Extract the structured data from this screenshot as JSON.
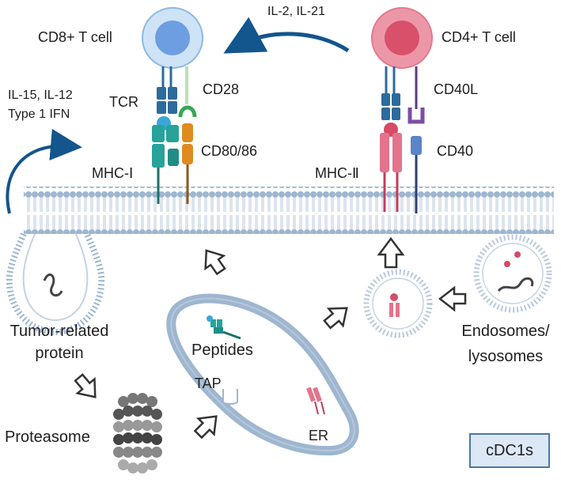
{
  "labels": {
    "cd8_cell": "CD8+ T cell",
    "cd4_cell": "CD4+ T cell",
    "il2_il21": "IL-2, IL-21",
    "il15_il12": "IL-15, IL-12",
    "type1_ifn": "Type 1 IFN",
    "tcr": "TCR",
    "cd28": "CD28",
    "cd80_86": "CD80/86",
    "mhc1": "MHC-Ⅰ",
    "mhc2": "MHC-Ⅱ",
    "cd40l": "CD40L",
    "cd40": "CD40",
    "tumor_protein_line1": "Tumor-related",
    "tumor_protein_line2": "protein",
    "proteasome": "Proteasome",
    "peptides": "Peptides",
    "tap": "TAP",
    "er": "ER",
    "endosomes_line1": "Endosomes/",
    "endosomes_line2": "lysosomes",
    "cell_type": "cDC1s"
  },
  "colors": {
    "cd8_outer": "#b9d8f2",
    "cd8_inner": "#5b8fd8",
    "cd4_outer": "#e6798e",
    "cd4_inner": "#d64b66",
    "tcr": "#2c6b9c",
    "mhc1": "#27a39a",
    "cd28": "#3aa655",
    "cd80": "#e08b1f",
    "mhc2": "#e4738c",
    "cd40l": "#7c4ea3",
    "cd40": "#5b84c9",
    "membrane": "#9bb4cf",
    "arrow_blue": "#13558d"
  }
}
